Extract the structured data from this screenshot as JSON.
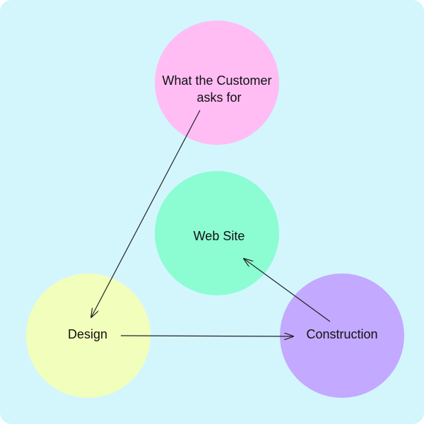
{
  "nodes": {
    "customer": {
      "label_line1": "What the Customer",
      "label_line2": "asks for",
      "color": "#ffbdf4"
    },
    "website": {
      "label": "Web Site",
      "color": "#8cfcd3"
    },
    "design": {
      "label": "Design",
      "color": "#f2febb"
    },
    "construction": {
      "label": "Construction",
      "color": "#c3a9ff"
    }
  },
  "colors": {
    "background": "#d3f6fd",
    "arrow": "#222222"
  },
  "edges": [
    {
      "from": "customer",
      "to": "design"
    },
    {
      "from": "design",
      "to": "construction"
    },
    {
      "from": "construction",
      "to": "website"
    }
  ]
}
